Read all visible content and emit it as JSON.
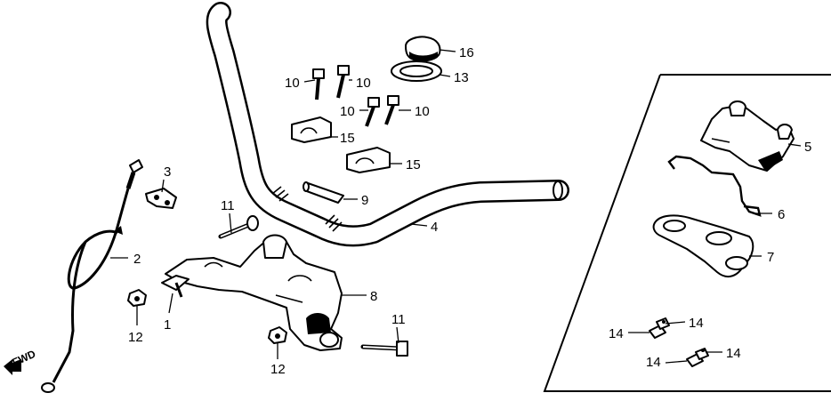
{
  "diagram": {
    "fwd_label": "FWD",
    "callouts": [
      {
        "id": "c1",
        "text": "1"
      },
      {
        "id": "c2",
        "text": "2"
      },
      {
        "id": "c3",
        "text": "3"
      },
      {
        "id": "c4",
        "text": "4"
      },
      {
        "id": "c5",
        "text": "5"
      },
      {
        "id": "c6",
        "text": "6"
      },
      {
        "id": "c7",
        "text": "7"
      },
      {
        "id": "c8",
        "text": "8"
      },
      {
        "id": "c9",
        "text": "9"
      },
      {
        "id": "c10a",
        "text": "10"
      },
      {
        "id": "c10b",
        "text": "10"
      },
      {
        "id": "c10c",
        "text": "10"
      },
      {
        "id": "c10d",
        "text": "10"
      },
      {
        "id": "c11a",
        "text": "11"
      },
      {
        "id": "c11b",
        "text": "11"
      },
      {
        "id": "c12a",
        "text": "12"
      },
      {
        "id": "c12b",
        "text": "12"
      },
      {
        "id": "c13",
        "text": "13"
      },
      {
        "id": "c14a",
        "text": "14"
      },
      {
        "id": "c14b",
        "text": "14"
      },
      {
        "id": "c14c",
        "text": "14"
      },
      {
        "id": "c14d",
        "text": "14"
      },
      {
        "id": "c15a",
        "text": "15"
      },
      {
        "id": "c15b",
        "text": "15"
      },
      {
        "id": "c16",
        "text": "16"
      }
    ]
  }
}
